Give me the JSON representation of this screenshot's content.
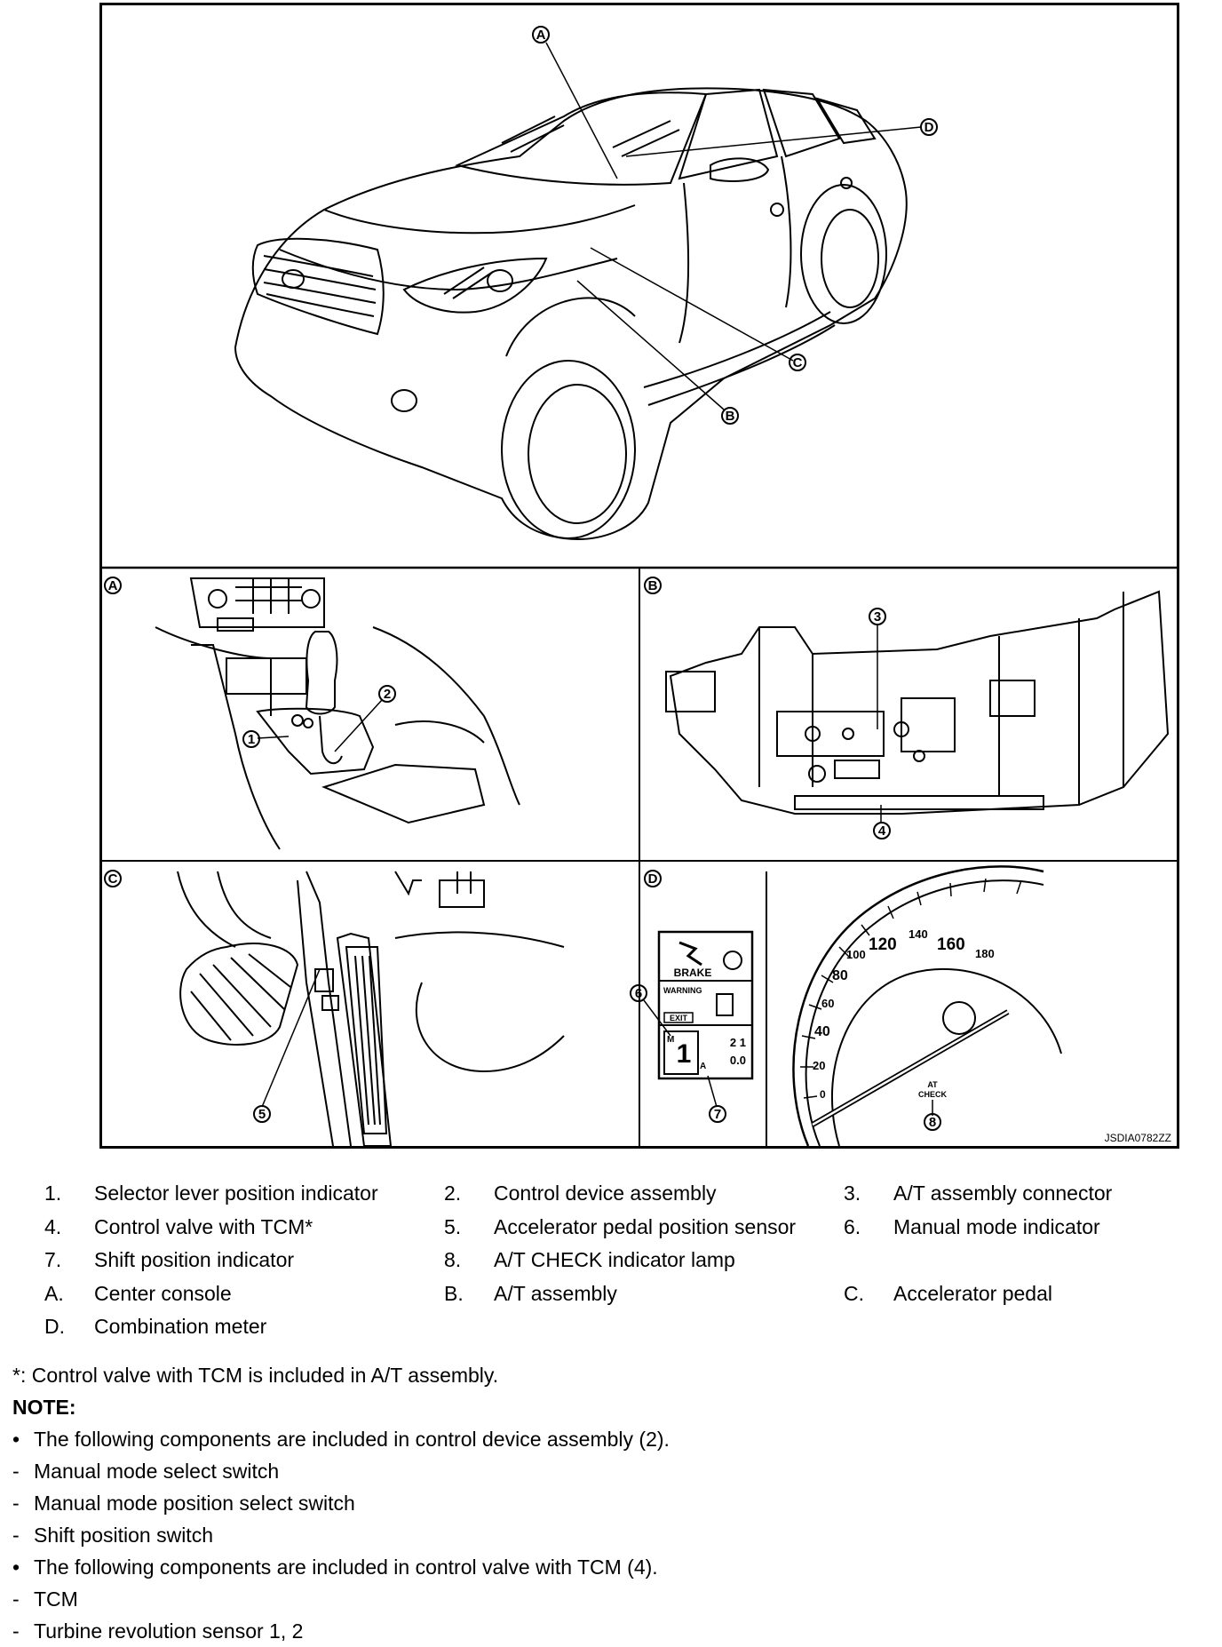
{
  "figure": {
    "id": "JSDIA0782ZZ",
    "callouts_main": [
      "A",
      "B",
      "C",
      "D"
    ],
    "panels": [
      {
        "label": "A",
        "callouts": [
          "1",
          "2"
        ]
      },
      {
        "label": "B",
        "callouts": [
          "3",
          "4"
        ]
      },
      {
        "label": "C",
        "callouts": [
          "5"
        ]
      },
      {
        "label": "D",
        "callouts": [
          "6",
          "7",
          "8"
        ]
      }
    ],
    "meter": {
      "brake": "BRAKE",
      "warning": "WARNING",
      "exit": "EXIT",
      "mode_m": "M",
      "gear": "1",
      "mode_a": "A",
      "odo1": "2 1",
      "odo2": "0.0",
      "speeds": [
        "0",
        "20",
        "40",
        "60",
        "80",
        "100",
        "120",
        "140",
        "160",
        "180"
      ],
      "at_check_1": "AT",
      "at_check_2": "CHECK"
    }
  },
  "legend": [
    [
      {
        "k": "1.",
        "v": "Selector lever position indicator"
      },
      {
        "k": "2.",
        "v": "Control device assembly"
      },
      {
        "k": "3.",
        "v": "A/T assembly connector"
      }
    ],
    [
      {
        "k": "4.",
        "v": "Control valve with TCM*"
      },
      {
        "k": "5.",
        "v": "Accelerator pedal position sensor"
      },
      {
        "k": "6.",
        "v": "Manual mode indicator"
      }
    ],
    [
      {
        "k": "7.",
        "v": "Shift position indicator"
      },
      {
        "k": "8.",
        "v": "A/T CHECK indicator lamp"
      },
      {
        "k": "",
        "v": ""
      }
    ],
    [
      {
        "k": "A.",
        "v": "Center console"
      },
      {
        "k": "B.",
        "v": "A/T assembly"
      },
      {
        "k": "C.",
        "v": "Accelerator pedal"
      }
    ],
    [
      {
        "k": "D.",
        "v": "Combination meter"
      },
      {
        "k": "",
        "v": ""
      },
      {
        "k": "",
        "v": ""
      }
    ]
  ],
  "footnote": "*: Control valve with TCM is included in A/T assembly.",
  "note_title": "NOTE:",
  "notes": [
    {
      "mk": "•",
      "t": "The following components are included in control device assembly (2)."
    },
    {
      "mk": "-",
      "t": "Manual mode select switch"
    },
    {
      "mk": "-",
      "t": "Manual mode position select switch"
    },
    {
      "mk": "-",
      "t": "Shift position switch"
    },
    {
      "mk": "•",
      "t": "The following components are included in control valve with TCM (4)."
    },
    {
      "mk": "-",
      "t": "TCM"
    },
    {
      "mk": "-",
      "t": "Turbine revolution sensor 1, 2"
    }
  ]
}
